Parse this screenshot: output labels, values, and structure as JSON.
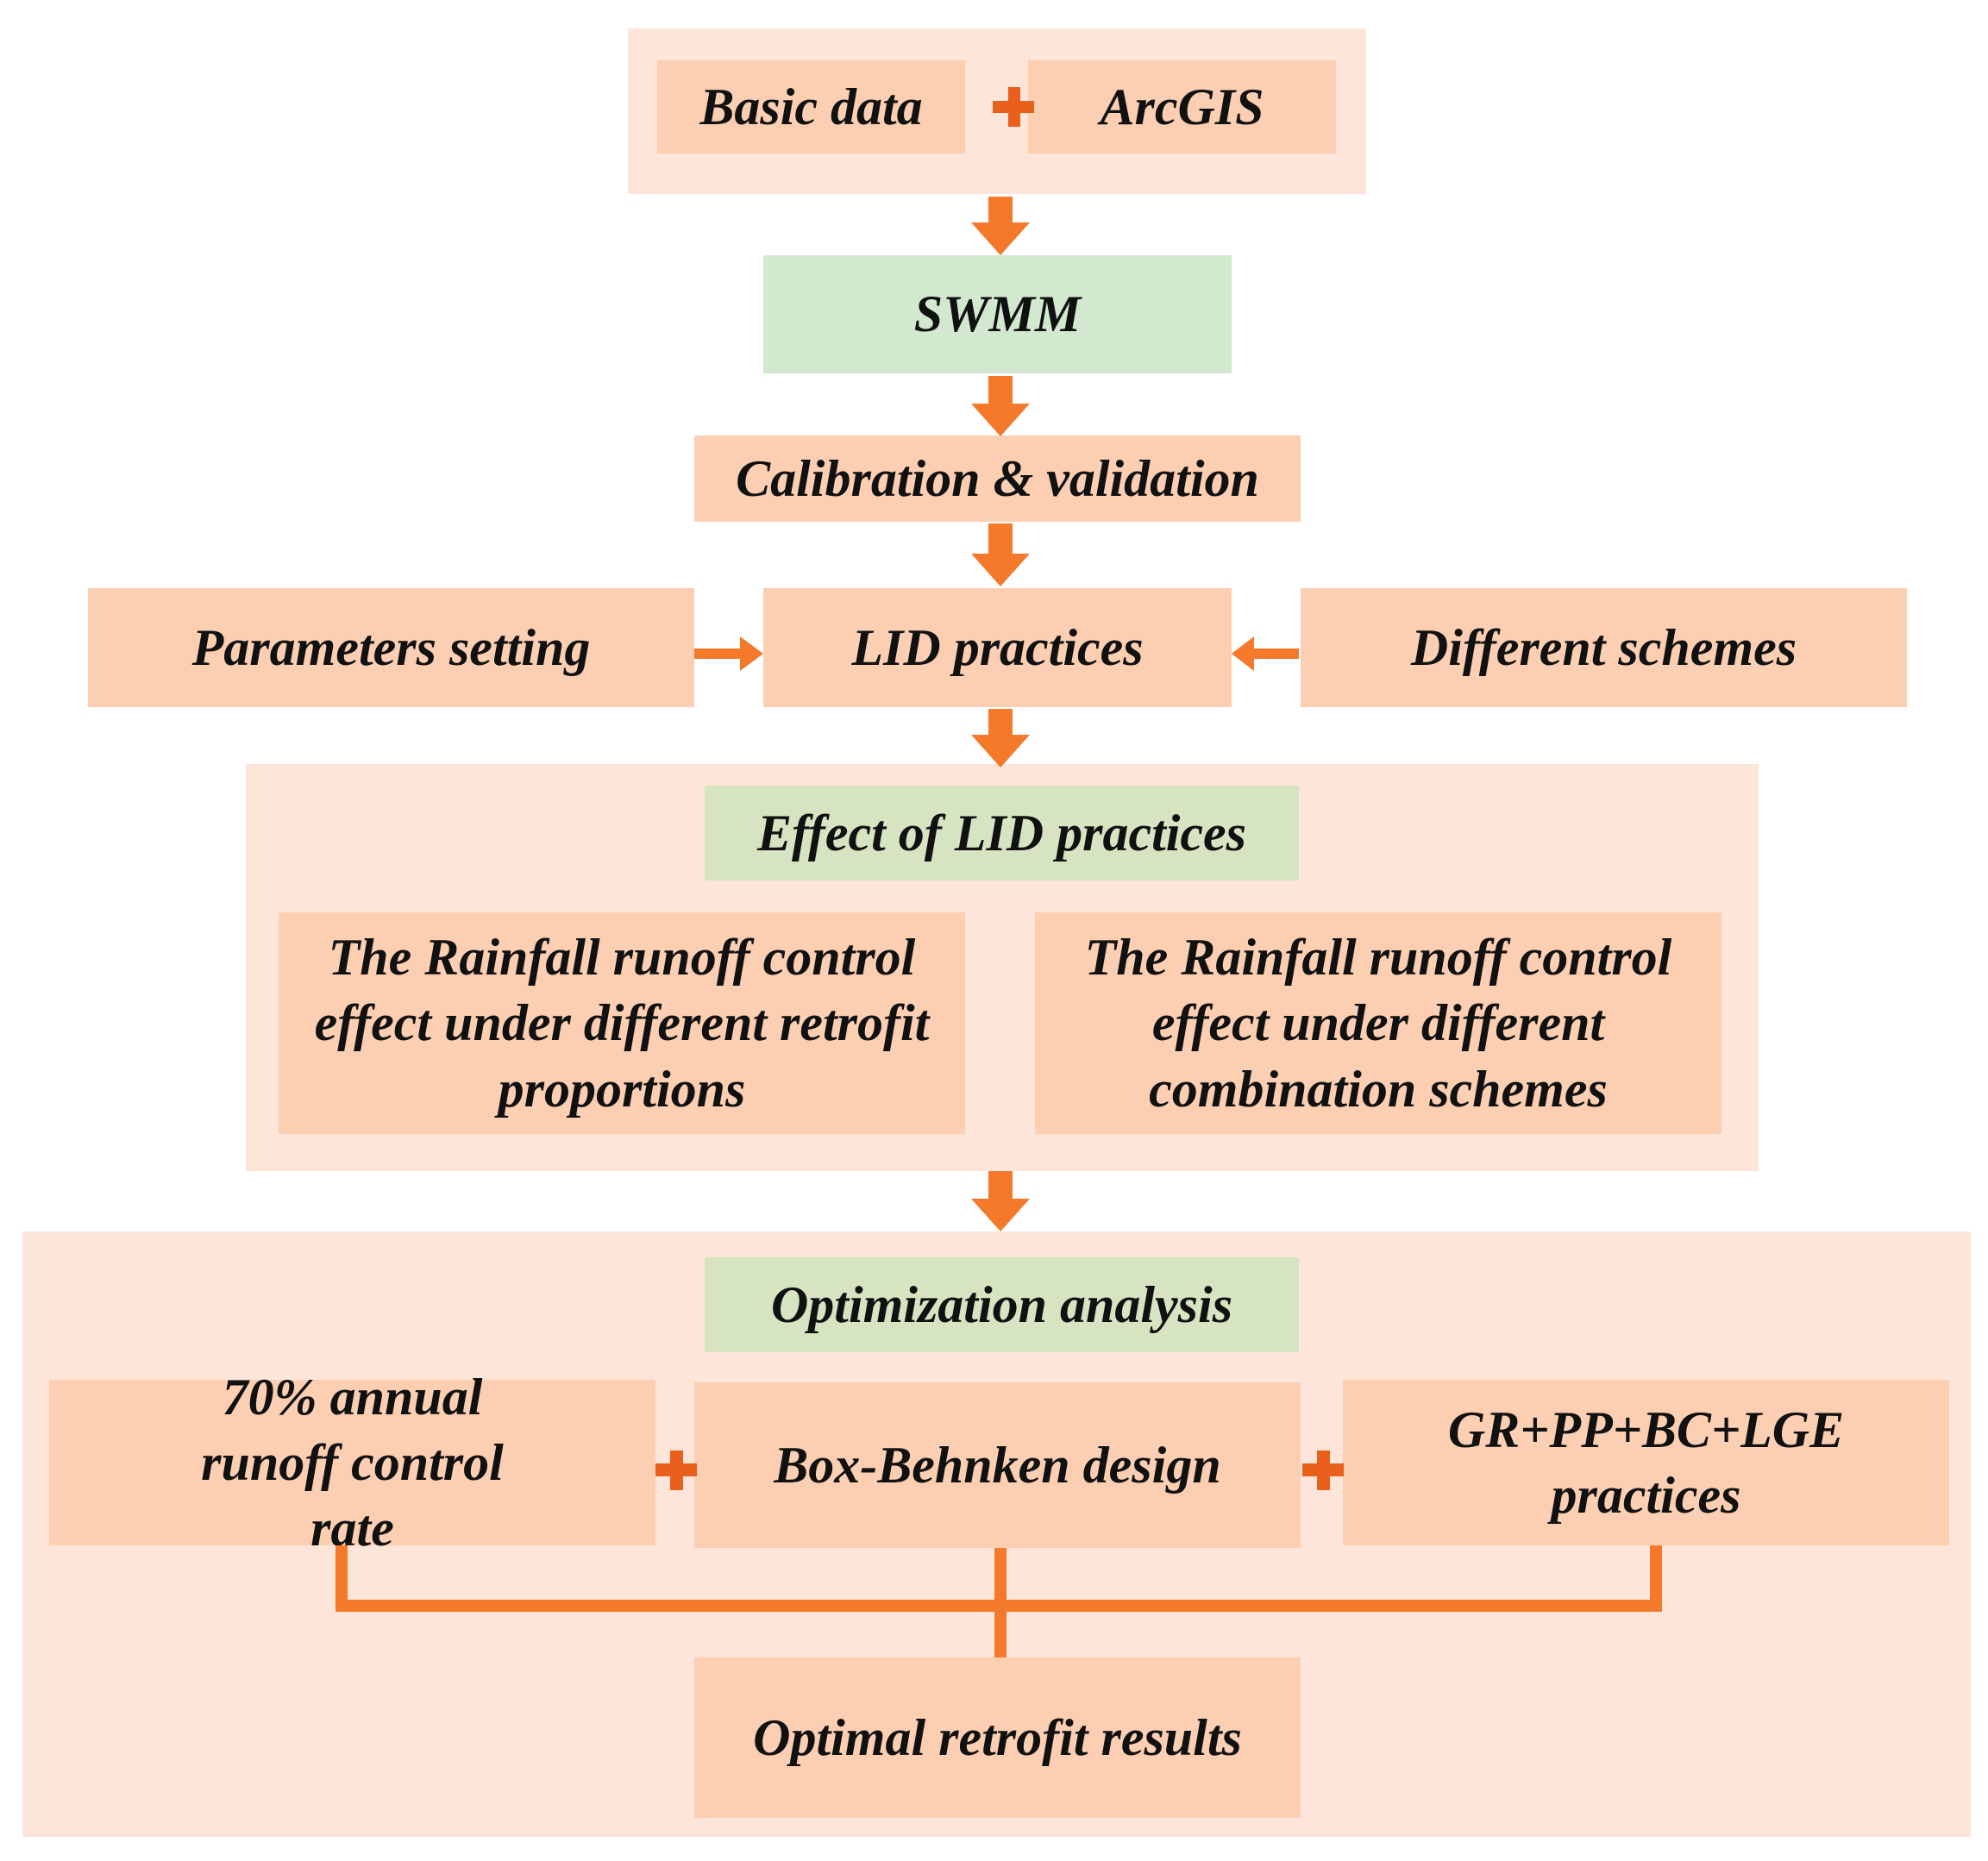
{
  "diagram": {
    "nodes": {
      "basic_data": "Basic data",
      "arcgis": "ArcGIS",
      "swmm": "SWMM",
      "calibration": "Calibration & validation",
      "parameters": "Parameters setting",
      "lid_practices": "LID practices",
      "different_schemes": "Different schemes",
      "effect_title": "Effect of LID practices",
      "effect_left": "The Rainfall runoff control effect under different retrofit proportions",
      "effect_right": "The Rainfall runoff control effect under different combination schemes",
      "optimization_title": "Optimization analysis",
      "runoff_rate": "70% annual runoff control rate",
      "box_behnken": "Box-Behnken design",
      "practices_combo": "GR+PP+BC+LGE practices",
      "optimal_results": "Optimal retrofit results"
    },
    "colors": {
      "panel": "#fde5d9",
      "box": "#fccfb3",
      "model_box": "#d2e8cf",
      "title_box": "#d6e4c2",
      "arrow": "#f4792a",
      "plus": "#e8601c"
    }
  }
}
